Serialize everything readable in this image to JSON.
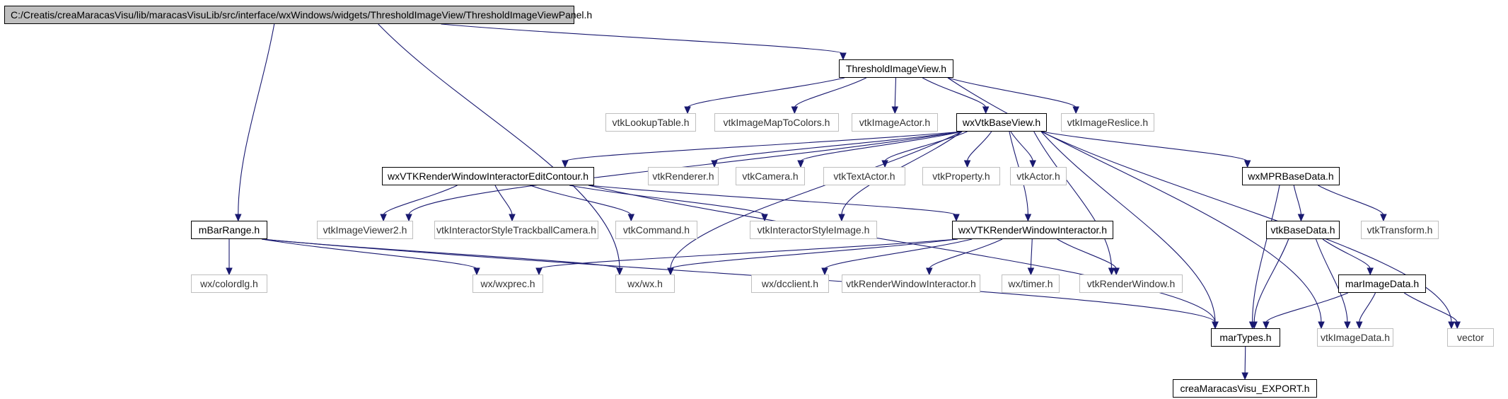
{
  "diagram": {
    "edge_color": "#191970",
    "root_fill": "#bfbfbf",
    "external_border": "#bfbfbf",
    "nodes": [
      {
        "id": "root",
        "label": "C:/Creatis/creaMaracasVisu/lib/maracasVisuLib/src/interface/wxWindows/widgets/ThresholdImageView/ThresholdImageViewPanel.h",
        "kind": "root"
      },
      {
        "id": "tiv",
        "label": "ThresholdImageView.h",
        "kind": "local"
      },
      {
        "id": "vtklut",
        "label": "vtkLookupTable.h",
        "kind": "external"
      },
      {
        "id": "vtkimtc",
        "label": "vtkImageMapToColors.h",
        "kind": "external"
      },
      {
        "id": "vtkia",
        "label": "vtkImageActor.h",
        "kind": "external"
      },
      {
        "id": "wxvbv",
        "label": "wxVtkBaseView.h",
        "kind": "local"
      },
      {
        "id": "vtkirs",
        "label": "vtkImageReslice.h",
        "kind": "external"
      },
      {
        "id": "wxvtkec",
        "label": "wxVTKRenderWindowInteractorEditContour.h",
        "kind": "local"
      },
      {
        "id": "vtkren",
        "label": "vtkRenderer.h",
        "kind": "external"
      },
      {
        "id": "vtkcam",
        "label": "vtkCamera.h",
        "kind": "external"
      },
      {
        "id": "vtkta",
        "label": "vtkTextActor.h",
        "kind": "external"
      },
      {
        "id": "vtkprop",
        "label": "vtkProperty.h",
        "kind": "external"
      },
      {
        "id": "vtkact",
        "label": "vtkActor.h",
        "kind": "external"
      },
      {
        "id": "wxmpr",
        "label": "wxMPRBaseData.h",
        "kind": "local"
      },
      {
        "id": "mbar",
        "label": "mBarRange.h",
        "kind": "local"
      },
      {
        "id": "vtkiv2",
        "label": "vtkImageViewer2.h",
        "kind": "external"
      },
      {
        "id": "vtkistc",
        "label": "vtkInteractorStyleTrackballCamera.h",
        "kind": "external"
      },
      {
        "id": "vtkcmd",
        "label": "vtkCommand.h",
        "kind": "external"
      },
      {
        "id": "vtkisi",
        "label": "vtkInteractorStyleImage.h",
        "kind": "external"
      },
      {
        "id": "wxvtkrwi",
        "label": "wxVTKRenderWindowInteractor.h",
        "kind": "local"
      },
      {
        "id": "vtkbase",
        "label": "vtkBaseData.h",
        "kind": "local"
      },
      {
        "id": "vtktrans",
        "label": "vtkTransform.h",
        "kind": "external"
      },
      {
        "id": "colordlg",
        "label": "wx/colordlg.h",
        "kind": "external"
      },
      {
        "id": "wxprec",
        "label": "wx/wxprec.h",
        "kind": "external"
      },
      {
        "id": "wxwx",
        "label": "wx/wx.h",
        "kind": "external"
      },
      {
        "id": "dcclient",
        "label": "wx/dcclient.h",
        "kind": "external"
      },
      {
        "id": "vtkrwi",
        "label": "vtkRenderWindowInteractor.h",
        "kind": "external"
      },
      {
        "id": "wxtimer",
        "label": "wx/timer.h",
        "kind": "external"
      },
      {
        "id": "vtkrw",
        "label": "vtkRenderWindow.h",
        "kind": "external"
      },
      {
        "id": "marimg",
        "label": "marImageData.h",
        "kind": "local"
      },
      {
        "id": "martypes",
        "label": "marTypes.h",
        "kind": "local"
      },
      {
        "id": "vtkimgdata",
        "label": "vtkImageData.h",
        "kind": "external"
      },
      {
        "id": "vector",
        "label": "vector",
        "kind": "external"
      },
      {
        "id": "export",
        "label": "creaMaracasVisu_EXPORT.h",
        "kind": "local"
      }
    ],
    "edges": [
      [
        "root",
        "tiv"
      ],
      [
        "root",
        "mbar"
      ],
      [
        "root",
        "wxwx"
      ],
      [
        "tiv",
        "vtklut"
      ],
      [
        "tiv",
        "vtkimtc"
      ],
      [
        "tiv",
        "vtkia"
      ],
      [
        "tiv",
        "wxvbv"
      ],
      [
        "tiv",
        "vtkirs"
      ],
      [
        "tiv",
        "vtkimgdata"
      ],
      [
        "wxvbv",
        "wxvtkec"
      ],
      [
        "wxvbv",
        "vtkren"
      ],
      [
        "wxvbv",
        "vtkcam"
      ],
      [
        "wxvbv",
        "vtkta"
      ],
      [
        "wxvbv",
        "vtkprop"
      ],
      [
        "wxvbv",
        "vtkact"
      ],
      [
        "wxvbv",
        "wxmpr"
      ],
      [
        "wxvbv",
        "vtkiv2"
      ],
      [
        "wxvbv",
        "vtkisi"
      ],
      [
        "wxvbv",
        "wxvtkrwi"
      ],
      [
        "wxvbv",
        "wxwx"
      ],
      [
        "wxvbv",
        "vtkrw"
      ],
      [
        "wxvbv",
        "martypes"
      ],
      [
        "wxvbv",
        "vector"
      ],
      [
        "wxvtkec",
        "vtkiv2"
      ],
      [
        "wxvtkec",
        "vtkistc"
      ],
      [
        "wxvtkec",
        "vtkcmd"
      ],
      [
        "wxvtkec",
        "vtkisi"
      ],
      [
        "wxvtkec",
        "wxvtkrwi"
      ],
      [
        "wxvtkec",
        "martypes"
      ],
      [
        "wxmpr",
        "vtkbase"
      ],
      [
        "wxmpr",
        "vtktrans"
      ],
      [
        "wxmpr",
        "martypes"
      ],
      [
        "mbar",
        "colordlg"
      ],
      [
        "mbar",
        "wxprec"
      ],
      [
        "mbar",
        "wxwx"
      ],
      [
        "mbar",
        "martypes"
      ],
      [
        "wxvtkrwi",
        "wxprec"
      ],
      [
        "wxvtkrwi",
        "wxwx"
      ],
      [
        "wxvtkrwi",
        "dcclient"
      ],
      [
        "wxvtkrwi",
        "vtkrwi"
      ],
      [
        "wxvtkrwi",
        "wxtimer"
      ],
      [
        "wxvtkrwi",
        "vtkrw"
      ],
      [
        "vtkbase",
        "marimg"
      ],
      [
        "vtkbase",
        "martypes"
      ],
      [
        "vtkbase",
        "vtkimgdata"
      ],
      [
        "marimg",
        "martypes"
      ],
      [
        "marimg",
        "vtkimgdata"
      ],
      [
        "marimg",
        "vector"
      ],
      [
        "martypes",
        "export"
      ]
    ]
  }
}
